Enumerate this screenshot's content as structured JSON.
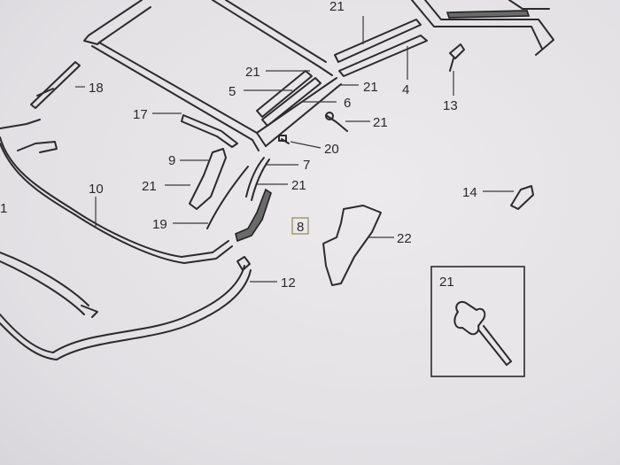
{
  "callouts": {
    "c1": "1",
    "c4": "4",
    "c5": "5",
    "c6": "6",
    "c7": "7",
    "c8": "8",
    "c9": "9",
    "c10": "10",
    "c12": "12",
    "c13": "13",
    "c14": "14",
    "c17": "17",
    "c18": "18",
    "c19": "19",
    "c20": "20",
    "c21_top": "21",
    "c21_a": "21",
    "c21_b": "21",
    "c21_c": "21",
    "c21_d": "21",
    "c21_e": "21",
    "c22": "22"
  },
  "inset": {
    "label": "21"
  }
}
